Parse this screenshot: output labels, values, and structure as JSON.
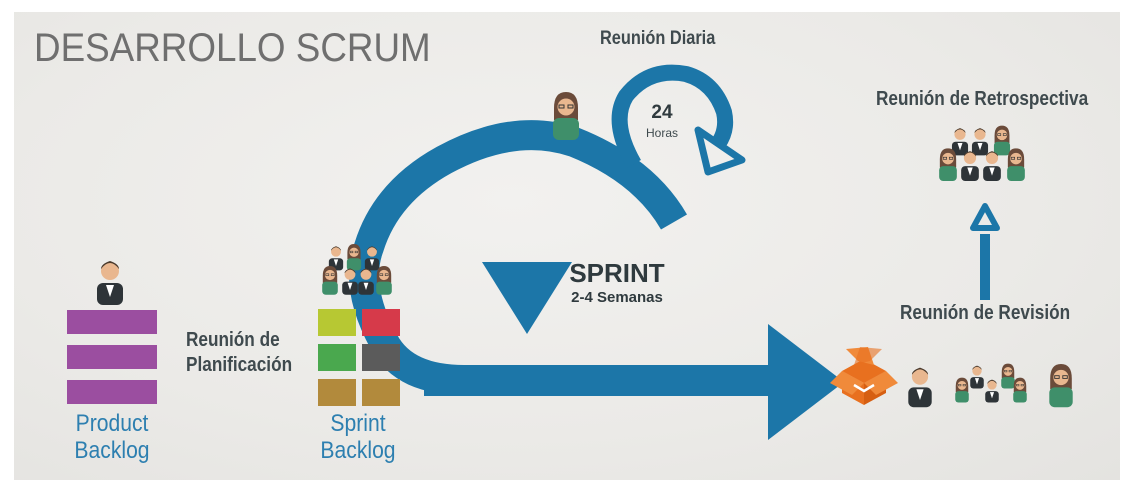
{
  "title": "DESARROLLO SCRUM",
  "labels": {
    "daily_meeting": "Reunión Diaria",
    "hours_value": "24",
    "hours_unit": "Horas",
    "retrospective_meeting": "Reunión de Retrospectiva",
    "sprint": "SPRINT",
    "sprint_duration": "2-4 Semanas",
    "planning_line1": "Reunión de",
    "planning_line2": "Planificación",
    "review_meeting": "Reunión de Revisión",
    "product_backlog_line1": "Product",
    "product_backlog_line2": "Backlog",
    "sprint_backlog_line1": "Sprint",
    "sprint_backlog_line2": "Backlog"
  },
  "colors": {
    "arrow_blue": "#1c76a8",
    "purple": "#9b4ea0",
    "orange": "#e8701f",
    "label_blue": "#2d7fb0",
    "sprint_cells": [
      "#b7c833",
      "#d63a4a",
      "#4aa84e",
      "#5b5b5b",
      "#b28a3c",
      "#b28a3c"
    ]
  },
  "icons": [
    "person-icon",
    "team-icon",
    "box-icon",
    "loop-arrow-icon",
    "up-arrow-icon"
  ]
}
